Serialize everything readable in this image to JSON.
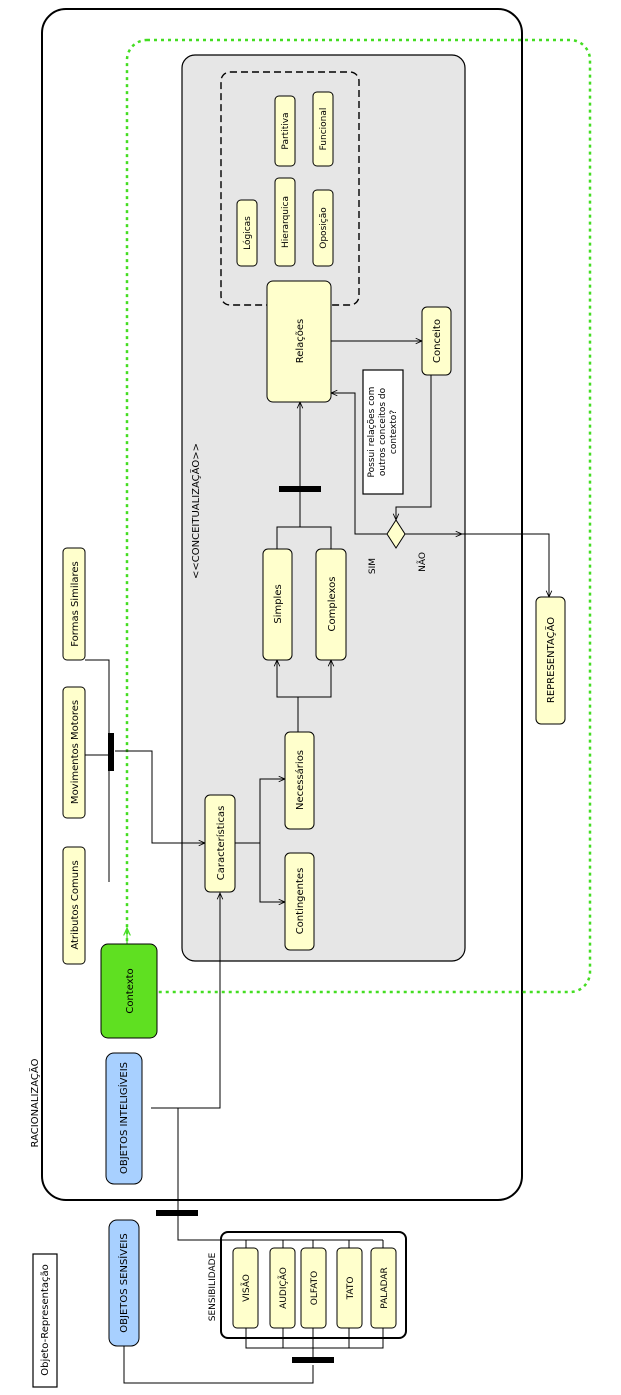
{
  "frame_title": "Objeto-Representação",
  "labels": {
    "racionalizacao": "RACIONALIZAÇÃO",
    "conceitualizacao": "<<CONCEITUALIZAÇÃO>>",
    "sensibilidade": "SENSIBILIDADE",
    "sim": "SIM",
    "nao": "NÃO",
    "question": [
      "Possui relações com",
      "outros conceitos do",
      "contexto?"
    ]
  },
  "nodes": {
    "objetos_sensiveis": "OBJETOS SENSÍVEIS",
    "objetos_inteligiveis": "OBJETOS INTELIGÍVEIS",
    "contexto": "Contexto",
    "atributos_comuns": "Atributos Comuns",
    "movimentos_motores": "Movimentos Motores",
    "formas_similares": "Formas Similares",
    "caracteristicas": "Características",
    "contingentes": "Contingentes",
    "necessarios": "Necessários",
    "simples": "Simples",
    "complexos": "Complexos",
    "relacoes": "Relações",
    "conceito": "Conceito",
    "representacao": "REPRESENTAÇÃO",
    "logicas": "Lógicas",
    "hierarquica": "Hierarquica",
    "oposicao": "Oposição",
    "partitiva": "Partitiva",
    "funcional": "Funcional",
    "visao": "VISÃO",
    "audicao": "AUDIÇÃO",
    "olfato": "OLFATO",
    "tato": "TATO",
    "paladar": "PALADAR"
  },
  "colors": {
    "node_fill": "#ffffcc",
    "blue_fill": "#a8d0ff",
    "green_fill": "#5fe021",
    "panel_fill": "#e6e6e6",
    "dotted_green": "#44dd22"
  }
}
